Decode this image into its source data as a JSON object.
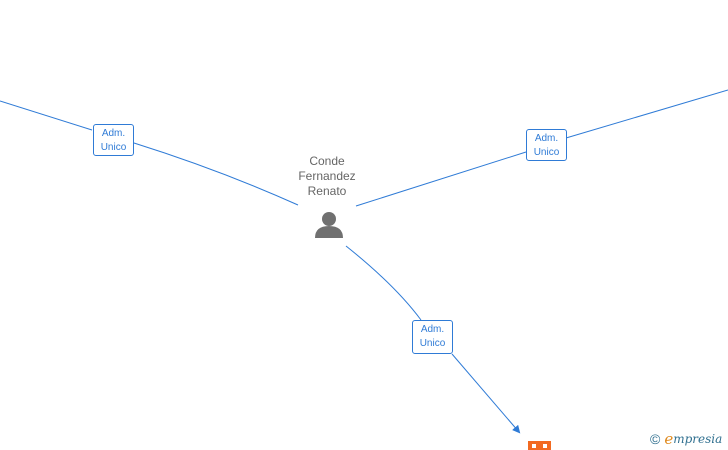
{
  "person": {
    "name_lines": [
      "Conde",
      "Fernandez",
      "Renato"
    ],
    "icon": "person-icon"
  },
  "relations": [
    {
      "line1": "Adm.",
      "line2": "Unico"
    },
    {
      "line1": "Adm.",
      "line2": "Unico"
    },
    {
      "line1": "Adm.",
      "line2": "Unico"
    }
  ],
  "company_icon": "building-icon",
  "brand": {
    "copyright": "©",
    "logo_initial": "e",
    "logo_rest": "mpresia"
  },
  "colors": {
    "edge": "#2f7bd6",
    "person": "#707070",
    "company": "#f26a21",
    "name_text": "#666666"
  }
}
